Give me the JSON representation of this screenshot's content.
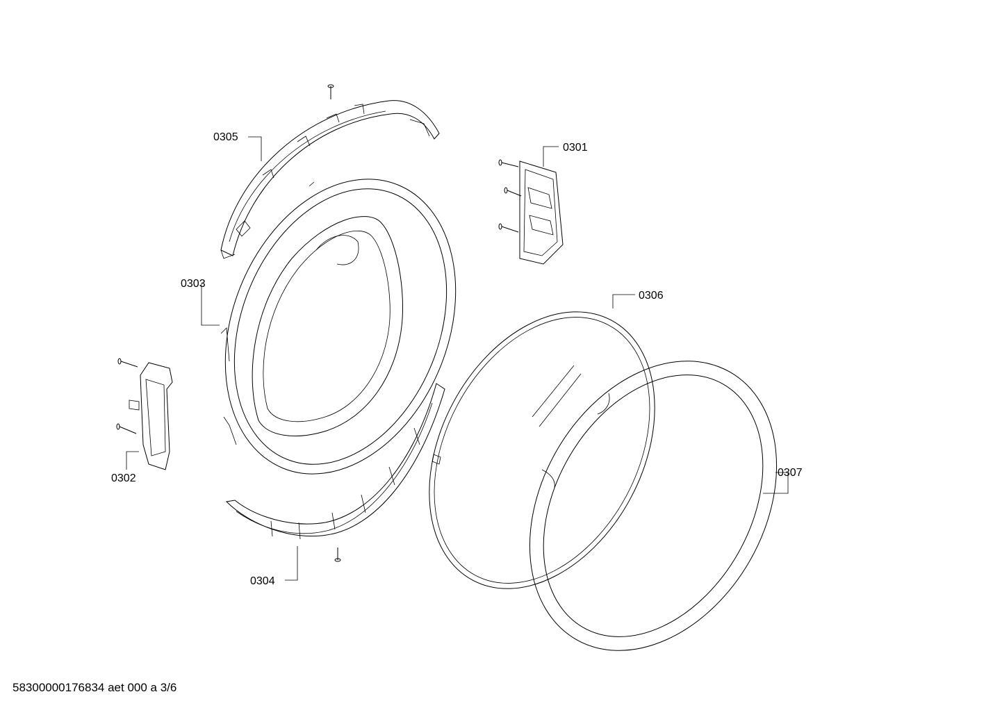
{
  "diagram": {
    "labels": {
      "p0301": "0301",
      "p0302": "0302",
      "p0303": "0303",
      "p0304": "0304",
      "p0305": "0305",
      "p0306": "0306",
      "p0307": "0307"
    }
  },
  "footer": {
    "code": "58300000176834 aet 000 a 3/6"
  }
}
